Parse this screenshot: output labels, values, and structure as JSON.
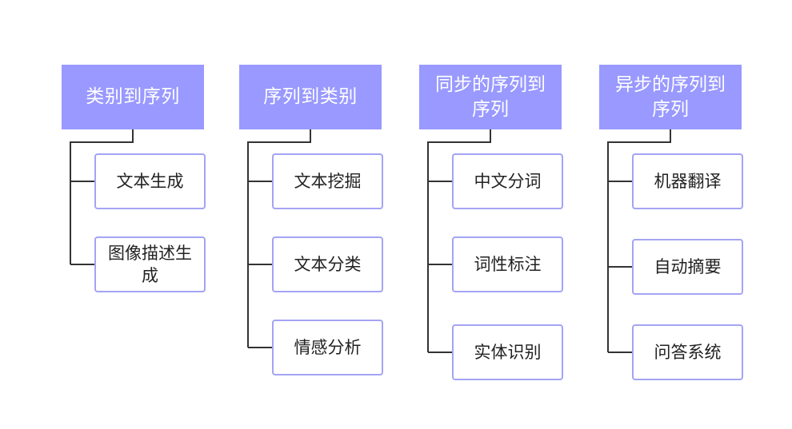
{
  "columns": [
    {
      "title": "类别到序列",
      "items": [
        "文本生成",
        "图像描述生成"
      ]
    },
    {
      "title": "序列到类别",
      "items": [
        "文本挖掘",
        "文本分类",
        "情感分析"
      ]
    },
    {
      "title": "同步的序列到序列",
      "items": [
        "中文分词",
        "词性标注",
        "实体识别"
      ]
    },
    {
      "title": "异步的序列到序列",
      "items": [
        "机器翻译",
        "自动摘要",
        "问答系统"
      ]
    }
  ],
  "colors": {
    "header_fill": "#9999ff",
    "header_text": "#ffffff",
    "leaf_border": "#a4a4f5",
    "leaf_text": "#222222",
    "connector": "#333333"
  }
}
